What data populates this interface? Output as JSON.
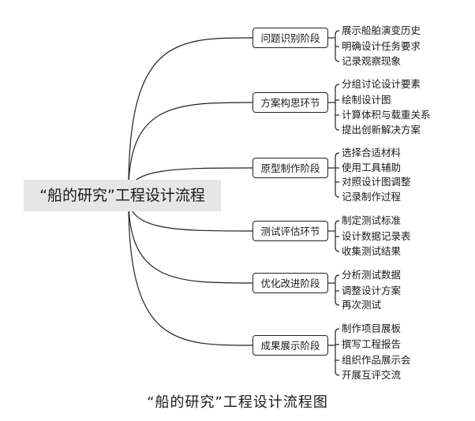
{
  "root": "“船的研究”工程设计流程",
  "stages": [
    {
      "label": "问题识别阶段",
      "items": [
        "展示船舶演变历史",
        "明确设计任务要求",
        "记录观察现象"
      ]
    },
    {
      "label": "方案构思环节",
      "items": [
        "分组讨论设计要素",
        "绘制设计图",
        "计算体积与载重关系",
        "提出创新解决方案"
      ]
    },
    {
      "label": "原型制作阶段",
      "items": [
        "选择合适材料",
        "使用工具辅助",
        "对照设计图调整",
        "记录制作过程"
      ]
    },
    {
      "label": "测试评估环节",
      "items": [
        "制定测试标准",
        "设计数据记录表",
        "收集测试结果"
      ]
    },
    {
      "label": "优化改进阶段",
      "items": [
        "分析测试数据",
        "调整设计方案",
        "再次测试"
      ]
    },
    {
      "label": "成果展示阶段",
      "items": [
        "制作项目展板",
        "撰写工程报告",
        "组织作品展示会",
        "开展互评交流"
      ]
    }
  ],
  "caption": "“船的研究”工程设计流程图",
  "colors": {
    "line": "#222222",
    "root_fill": "#e6e6e6"
  }
}
